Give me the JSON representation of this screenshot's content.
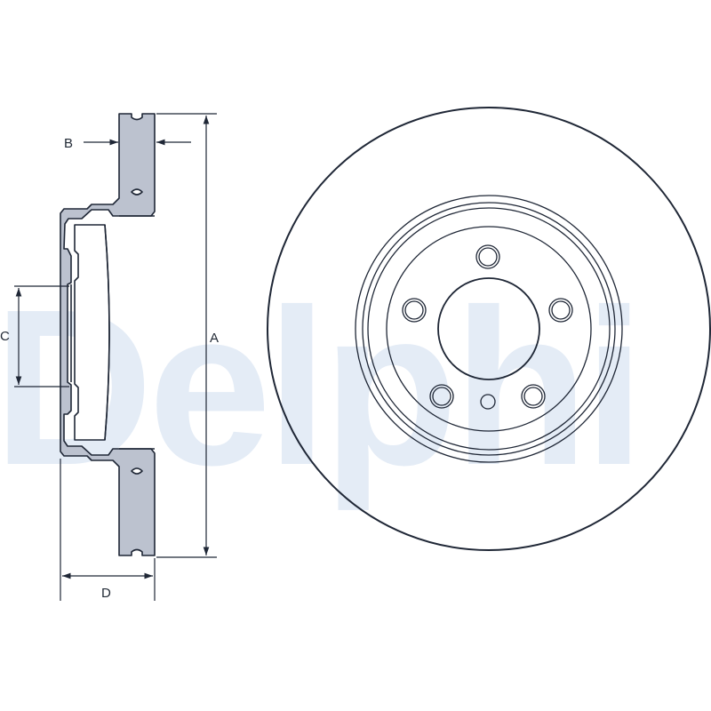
{
  "watermark": {
    "text": "Delphi",
    "color": "#e4ecf6"
  },
  "labels": {
    "a": "A",
    "b": "B",
    "c": "C",
    "d": "D"
  },
  "colors": {
    "line": "#1f2736",
    "fill": "#bcc2cf",
    "background": "#ffffff"
  }
}
